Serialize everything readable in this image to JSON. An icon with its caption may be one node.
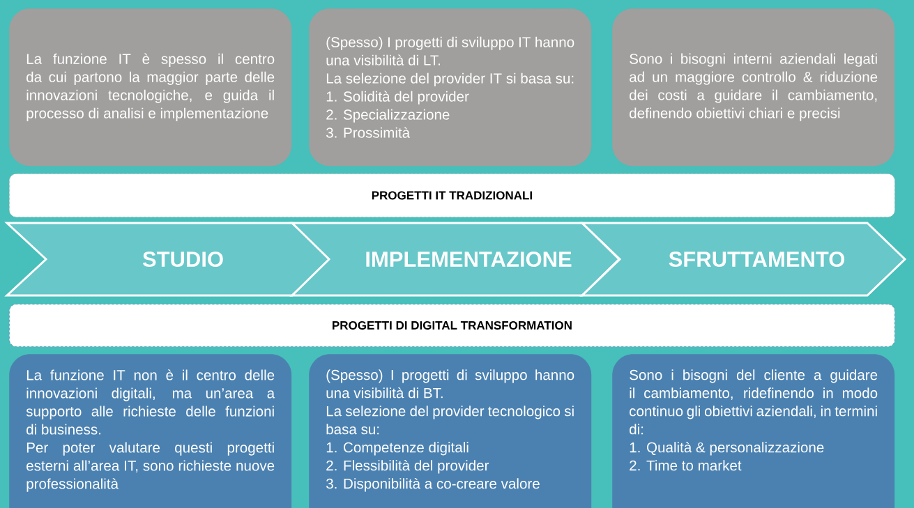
{
  "diagram": {
    "nodes": [
      {
        "text": [
          "La funzione IT è spesso il centro da cui partono la maggior parte delle innovazioni tecnologiche, e guida il processo di analisi e implementazione"
        ]
      },
      {
        "text": [
          "(Spesso) I progetti di sviluppo IT hanno una visibilità di LT.",
          "La selezione del provider IT si basa su:",
          "1. Solidità del provider",
          "2. Specializzazione",
          "3. Prossimità"
        ]
      },
      {
        "text": [
          "Sono i bisogni interni aziendali legati ad un maggiore controllo & riduzione dei costi a guidare il cambiamento, definendo obiettivi chiari e precisi"
        ]
      },
      {
        "text": [
          "PROGETTI IT TRADIZIONALI"
        ]
      },
      {
        "text": [
          "STUDIO"
        ]
      },
      {
        "text": [
          "IMPLEMENTAZIONE"
        ]
      },
      {
        "text": [
          "SFRUTTAMENTO"
        ]
      },
      {
        "text": [
          "PROGETTI DI DIGITAL TRANSFORMATION"
        ]
      },
      {
        "text": [
          "La funzione IT non è il centro delle innovazioni digitali, ma un’area a supporto alle richieste delle funzioni di business.",
          "Per poter valutare questi progetti esterni all’area IT, sono richieste nuove professionalità"
        ]
      },
      {
        "text": [
          "(Spesso) I progetti di sviluppo hanno una visibilità di BT.",
          "La selezione del provider tecnologico si basa su:",
          "1. Competenze digitali",
          "2. Flessibilità del provider",
          "3. Disponibilità a co-creare valore"
        ]
      },
      {
        "text": [
          "Sono i bisogni del cliente a guidare il cambiamento, ridefinendo in modo continuo gli obiettivi aziendali, in termini di:",
          "1. Qualità & personalizzazione",
          "2. Time to market"
        ]
      }
    ]
  }
}
